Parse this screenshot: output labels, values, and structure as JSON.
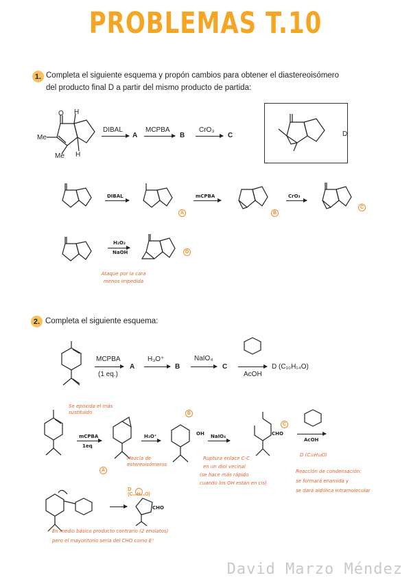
{
  "page": {
    "title": "PROBLEMAS T.10",
    "author": "David Marzo Méndez"
  },
  "q1": {
    "number": "1.",
    "text": "Completa el siguiente esquema y propón cambios para obtener el diastereoisómero del producto final D a partir del mismo producto de partida:",
    "scheme": {
      "r1": "DIBAL",
      "p1": "A",
      "r2": "MCPBA",
      "p2": "B",
      "r3": "CrO₃",
      "p3": "C",
      "target": "D"
    },
    "start_labels": {
      "o": "O",
      "h_top": "H",
      "h_bot": "H",
      "me1": "Me",
      "me2": "Me"
    },
    "answer": {
      "r1": "DIBAL",
      "a": "A",
      "r2": "mCPBA",
      "b": "B",
      "r3": "CrO₃",
      "c": "C",
      "alt_r_top": "H₂O₂",
      "alt_r_bot": "NaOH",
      "d": "D",
      "note": "Ataque por la cara menos impedida"
    }
  },
  "q2": {
    "number": "2.",
    "text": "Completa el siguiente esquema:",
    "scheme": {
      "r1": "MCPBA",
      "r1b": "(1 eq.)",
      "p1": "A",
      "r2": "H₃O⁺",
      "p2": "B",
      "r3": "NaIO₄",
      "p3": "C",
      "r4": "AcOH",
      "p4": "D (C₁₀H₁₄O)"
    },
    "answer": {
      "note_epox": "Se epoxida el más sustituido",
      "r1": "mCPBA",
      "r1b": "1eq",
      "a": "A",
      "note_mix": "Mezcla de estereoisómeros",
      "r2": "H₃O⁺",
      "b": "B",
      "r3": "NaIO₄",
      "note_cleave_1": "Ruptura enlace C-C",
      "note_cleave_2": "en un diol vecinal",
      "note_cleave_3": "(se hace más rápido",
      "note_cleave_4": "cuando los OH están en cis)",
      "c": "C",
      "r4": "AcOH",
      "d": "D (C₁₀H₁₄O)",
      "note_cond_1": "Reacción de condensación:",
      "note_cond_2": "se formará enamida y",
      "note_cond_3": "se dará aldólica intramolecular",
      "note_final_1": "En medio básico producto contrario (2 enolatos)",
      "note_final_2": "pero el mayoritorio sería del CHO como E⁺",
      "cho": "CHO",
      "oh": "OH"
    }
  }
}
